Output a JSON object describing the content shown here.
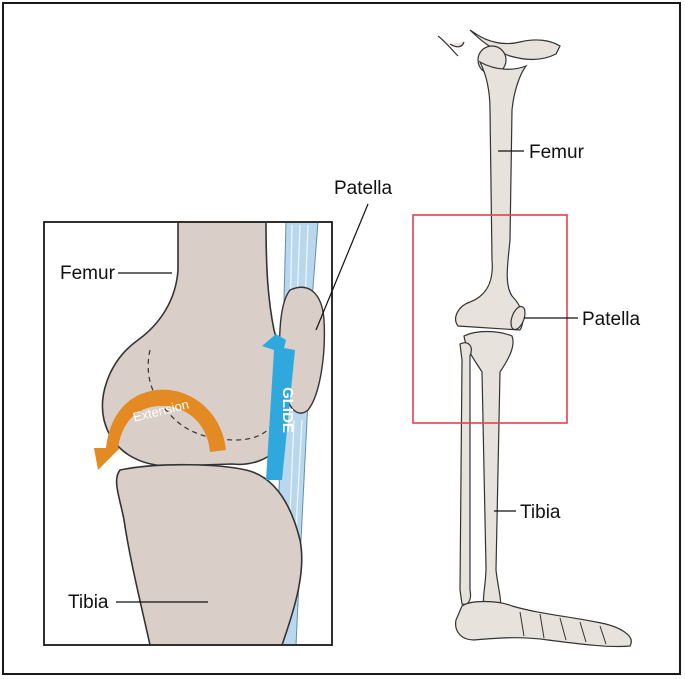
{
  "labels": {
    "inset_femur": "Femur",
    "inset_tibia": "Tibia",
    "inset_patella": "Patella",
    "leg_femur": "Femur",
    "leg_patella": "Patella",
    "leg_tibia": "Tibia",
    "extension": "Extension",
    "glide": "GLIDE"
  },
  "colors": {
    "bone": "#e8e2dc",
    "bone_dark": "#d9cfc8",
    "outline": "#333333",
    "extension_arrow": "#e38a22",
    "glide_arrow": "#2fa8de",
    "tendon": "#b9d8ee",
    "highlight_box": "#e0424f",
    "frame": "#1a1a1a"
  }
}
